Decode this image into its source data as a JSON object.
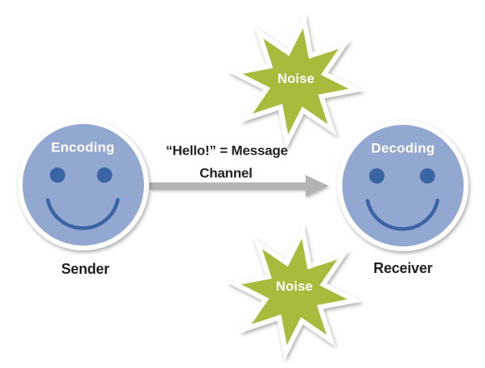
{
  "diagram": {
    "title_implied": "Communication model",
    "sender": {
      "process_label": "Encoding",
      "role_label": "Sender"
    },
    "receiver": {
      "process_label": "Decoding",
      "role_label": "Receiver"
    },
    "message": {
      "line1": "“Hello!” = Message",
      "line2": "Channel"
    },
    "noise": {
      "top_label": "Noise",
      "bottom_label": "Noise"
    },
    "colors": {
      "background": "#ffffff",
      "face_fill": "#93a8d1",
      "face_features": "#3a64a4",
      "face_ring": "#ffffff",
      "star_fill": "#a9ba3e",
      "star_ring": "#ffffff",
      "arrow": "#b3b3b3",
      "dark_text": "#231f20",
      "light_text": "#ffffff"
    }
  }
}
